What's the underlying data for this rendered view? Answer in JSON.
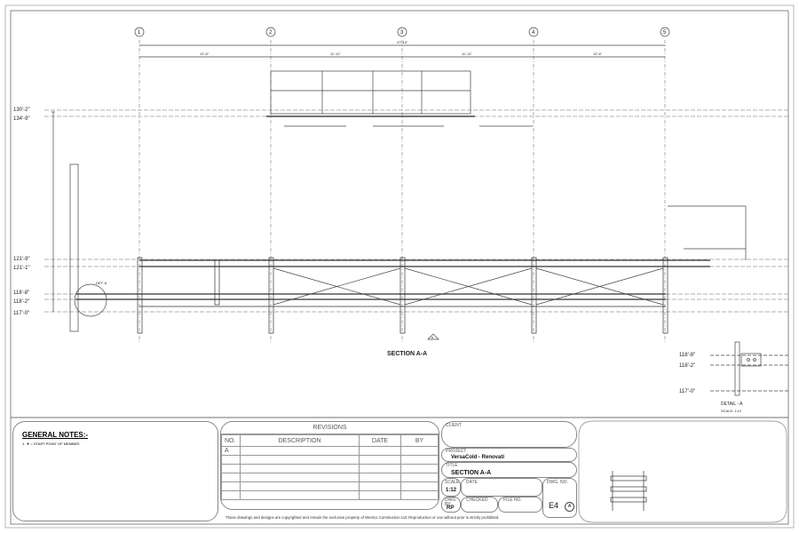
{
  "grid_labels": [
    "1",
    "2",
    "3",
    "4",
    "5"
  ],
  "dimensions": {
    "overall": "47'-10\"",
    "spans": [
      "12'-6\"",
      "11'-11\"",
      "11'-11\"",
      "12'-6\""
    ]
  },
  "elevations": [
    "130'-2\"",
    "134'-9\"",
    "121'-9\"",
    "121'-1\"",
    "118'-8\"",
    "118'-2\"",
    "117'-0\""
  ],
  "section_title": "SECTION A-A",
  "section_marker": "B",
  "detail": {
    "elevations": [
      "118'-8\"",
      "118'-2\"",
      "117'-0\""
    ],
    "title": "DETAIL - A",
    "scale": "SCALE: 1:12"
  },
  "detail_callout": "DET. A",
  "general_notes": {
    "title": "GENERAL NOTES:-",
    "items": [
      "1. ▼ = START POINT OF MEMBER."
    ]
  },
  "revisions": {
    "title": "REVISIONS",
    "headers": [
      "NO.",
      "DESCRIPTION",
      "DATE",
      "BY"
    ],
    "rows": [
      [
        "A",
        "",
        "",
        ""
      ]
    ]
  },
  "title_block": {
    "client_label": "CLIENT",
    "client": "",
    "project_label": "PROJECT",
    "project": "VersaCold - Renovati",
    "title_label": "TITLE",
    "title": "SECTION A-A",
    "scale_label": "SCALE",
    "scale": "1:12",
    "date_label": "DATE",
    "date": "",
    "dwg_no_label": "DWG. NO.",
    "dwg_no": "E4",
    "revision": "A",
    "drawn_by_label": "DWG BY",
    "drawn_by": "RP",
    "checked_label": "CHECKED",
    "file_no_label": "FILE NO."
  },
  "copyright": "These drawings and designs are copyrighted and remain the exclusive property of Westco Construction Ltd. Reproduction or use without prior is strictly prohibited."
}
